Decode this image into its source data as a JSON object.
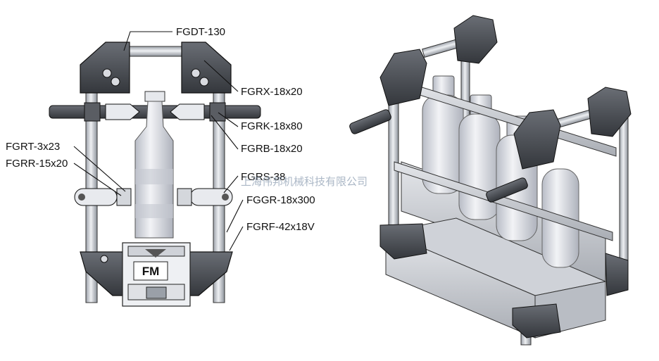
{
  "labels": {
    "fgdt": "FGDT-130",
    "fgrx": "FGRX-18x20",
    "fgrk": "FGRK-18x80",
    "fgrb": "FGRB-18x20",
    "fgrt": "FGRT-3x23",
    "fgrr": "FGRR-15x20",
    "fgrs": "FGRS-38",
    "fggr": "FGGR-18x300",
    "fgrf": "FGRF-42x18V"
  },
  "module_label": "FM",
  "watermark": "上海伟邦机械科技有限公司",
  "colors": {
    "rod": "#c9ccd2",
    "bracket": "#4a4d52",
    "bottle": "#d6d9e0",
    "outline": "#222222"
  },
  "icons": {
    "front_view": "front-view-drawing",
    "iso_view": "isometric-view-drawing"
  }
}
